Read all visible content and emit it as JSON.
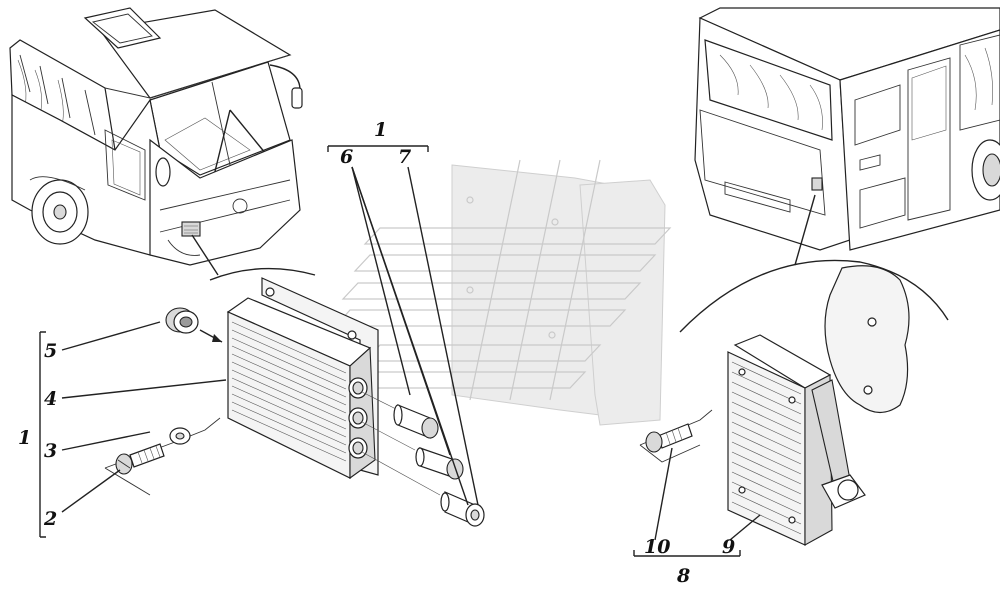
{
  "diagram": {
    "callouts": {
      "c1_top": "1",
      "c6": "6",
      "c7": "7",
      "c5": "5",
      "c4": "4",
      "c1_left": "1",
      "c3": "3",
      "c2": "2",
      "c10": "10",
      "c9": "9",
      "c8": "8"
    },
    "parts": [
      "front-bus-view",
      "rear-bus-view",
      "front-lamp-assembly",
      "grommet",
      "bulb-socket",
      "screw",
      "washer",
      "rear-lamp-assembly",
      "rear-lamp-screw"
    ]
  }
}
